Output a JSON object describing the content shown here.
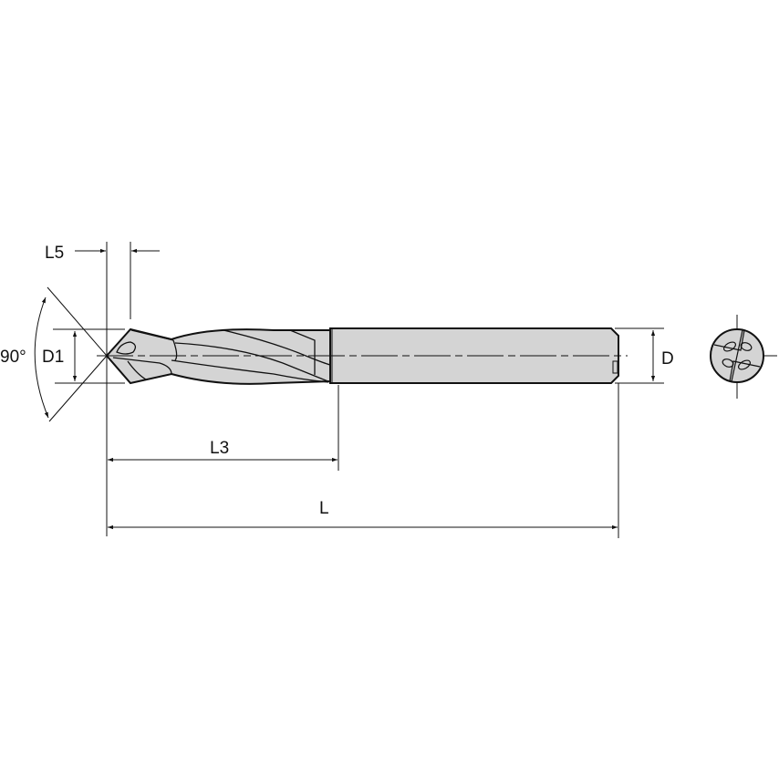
{
  "diagram": {
    "type": "technical-drawing",
    "subject": "solid carbide step drill",
    "labels": {
      "l5": "L5",
      "angle": "90°",
      "d1": "D1",
      "d": "D",
      "l3": "L3",
      "l": "L"
    },
    "colors": {
      "body_fill": "#d4d4d4",
      "outline": "#111111",
      "background": "#ffffff"
    }
  }
}
